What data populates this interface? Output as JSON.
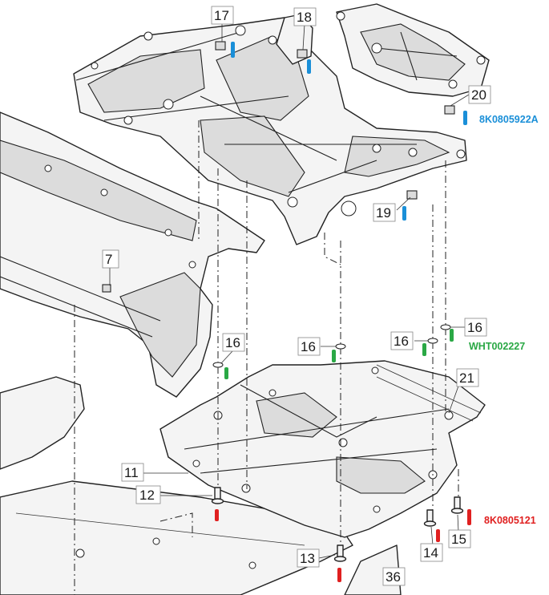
{
  "callouts": {
    "c7": "7",
    "c11": "11",
    "c12": "12",
    "c13": "13",
    "c14": "14",
    "c15": "15",
    "c16a": "16",
    "c16b": "16",
    "c16c": "16",
    "c16d": "16",
    "c17": "17",
    "c18": "18",
    "c19": "19",
    "c20": "20",
    "c21": "21",
    "c36": "36"
  },
  "part_numbers": {
    "clip_blue": "8K0805922A",
    "washer_green": "WHT002227",
    "bolt_red": "8K0805121"
  },
  "marker_colors": {
    "blue": "#1a8fd8",
    "green": "#2aa845",
    "red": "#e02020"
  }
}
